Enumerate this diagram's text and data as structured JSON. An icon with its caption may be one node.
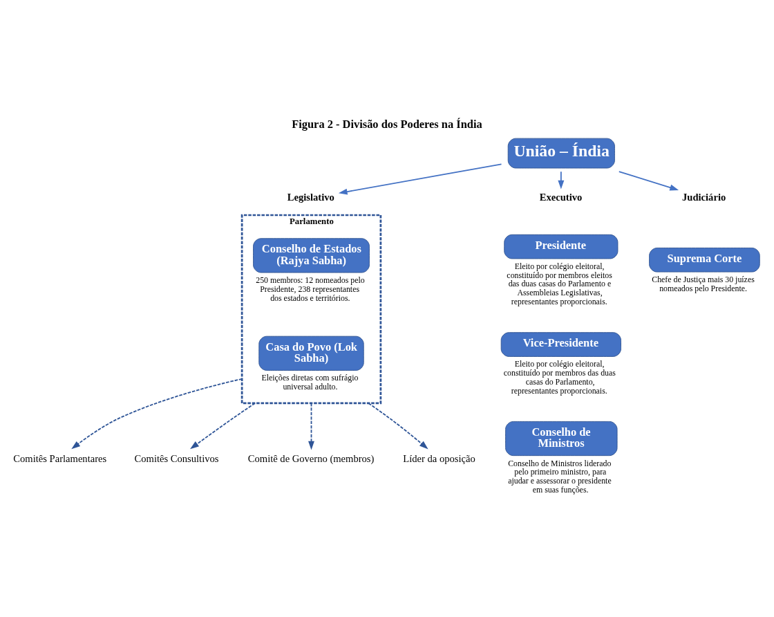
{
  "diagram": {
    "title": "Figura 2 - Divisão dos Poderes na Índia",
    "nodes": [
      {
        "text": [
          "União – Índia"
        ]
      },
      {
        "text": [
          "Executivo"
        ]
      },
      {
        "text": [
          "Legislativo"
        ]
      },
      {
        "text": [
          "Judiciário"
        ]
      },
      {
        "text": [
          "Presidente"
        ],
        "beside": [
          "Eleito por colégio eleitoral, constituído por membros eleitos das duas casas do Parlamento e Assembleias Legislativas, representantes proporcionais."
        ]
      },
      {
        "text": [
          "Vice-Presidente"
        ],
        "beside": [
          "Eleito por colégio eleitoral, constituído por membros das duas casas do Parlamento, representantes proporcionais."
        ]
      },
      {
        "text": [
          "Conselho de Ministros"
        ],
        "beside": [
          "Conselho de Ministros liderado pelo primeiro ministro, para ajudar e assessorar o presidente em suas funções."
        ]
      },
      {
        "text": [
          "Parlamento"
        ]
      },
      {
        "text": [
          "Conselho de Estados (Rajya Sabha)"
        ],
        "in": 7,
        "beside": [
          "250 membros: 12 nomeados pelo Presidente, 238 representantes dos estados e territórios."
        ]
      },
      {
        "text": [
          "Casa do Povo (Lok Sabha)"
        ],
        "in": 7,
        "beside": [
          "Eleições diretas com sufrágio universal adulto."
        ]
      },
      {
        "text": [
          "Suprema Corte"
        ],
        "beside": [
          "Chefe de Justiça mais 30 juízes nomeados pelo Presidente."
        ]
      },
      {
        "text": [
          "Comitês Parlamentares"
        ]
      },
      {
        "text": [
          "Comitês Consultivos"
        ]
      },
      {
        "text": [
          "Comitê de Governo (membros)"
        ]
      },
      {
        "text": [
          "Líder da oposição"
        ]
      }
    ],
    "edges": [
      {
        "from": 0,
        "to": 1,
        "arrow": "to"
      },
      {
        "from": 0,
        "to": 2,
        "arrow": "to"
      },
      {
        "from": 0,
        "to": 3,
        "arrow": "to"
      },
      {
        "from": 7,
        "to": 11,
        "arrow": "to",
        "style": "dashed",
        "color": "#2f5597"
      },
      {
        "from": 7,
        "to": 12,
        "arrow": "to",
        "style": "dashed",
        "color": "#2f5597"
      },
      {
        "from": 7,
        "to": 13,
        "arrow": "to",
        "style": "dashed",
        "color": "#2f5597"
      },
      {
        "from": 7,
        "to": 14,
        "arrow": "to",
        "style": "dashed",
        "color": "#2f5597"
      }
    ]
  }
}
